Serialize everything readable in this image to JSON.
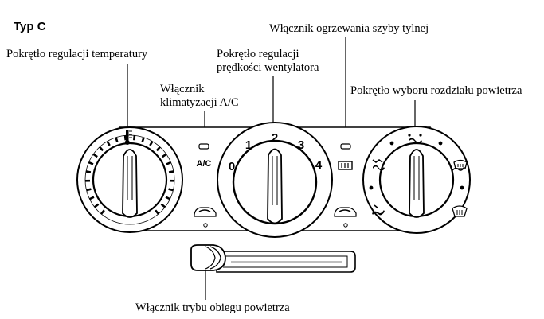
{
  "title": "Typ C",
  "labels": {
    "temp_knob": "Pokrętło regulacji temperatury",
    "fan_knob_line1": "Pokrętło regulacji",
    "fan_knob_line2": "prędkości wentylatora",
    "ac_switch_line1": "Włącznik",
    "ac_switch_line2": "klimatyzacji A/C",
    "rear_defrost": "Włącznik ogrzewania szyby tylnej",
    "mode_knob": "Pokrętło wyboru rozdziału powietrza",
    "recirc_switch": "Włącznik trybu obiegu powietrza"
  },
  "panel": {
    "ac_text": "A/C",
    "fan_speeds": [
      "0",
      "1",
      "2",
      "3",
      "4"
    ]
  },
  "icons": [
    "thermometer-icon",
    "fan-icon",
    "car-recirc-icon",
    "rear-defrost-icon",
    "face-vent-icon",
    "bilevel-icon",
    "floor-icon",
    "floor-defrost-icon",
    "windshield-defrost-icon"
  ]
}
